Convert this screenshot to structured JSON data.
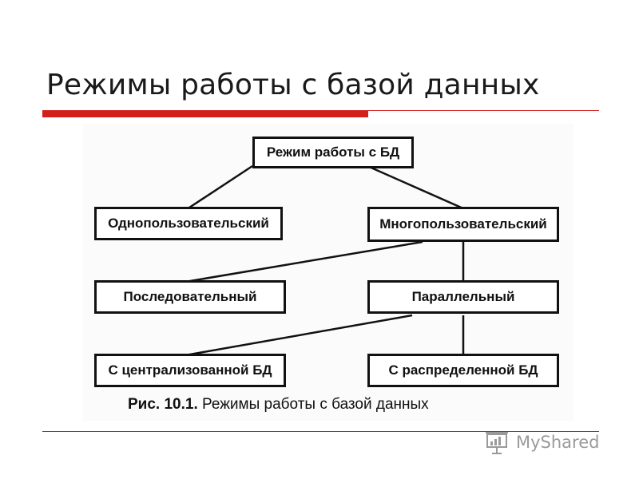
{
  "slide": {
    "title": "Режимы работы с базой данных"
  },
  "diagram": {
    "nodes": {
      "root": "Режим работы с БД",
      "single_user": "Однопользовательский",
      "multi_user": "Многопользовательский",
      "sequential": "Последовательный",
      "parallel": "Параллельный",
      "centralized": "С централизованной БД",
      "distributed": "С распределенной БД"
    },
    "caption": {
      "label": "Рис. 10.1.",
      "text": "Режимы работы с базой данных"
    }
  },
  "watermark": {
    "text": "MyShared"
  },
  "colors": {
    "accent": "#d21f1a",
    "box_border": "#111111",
    "watermark": "#9a9a9a"
  }
}
